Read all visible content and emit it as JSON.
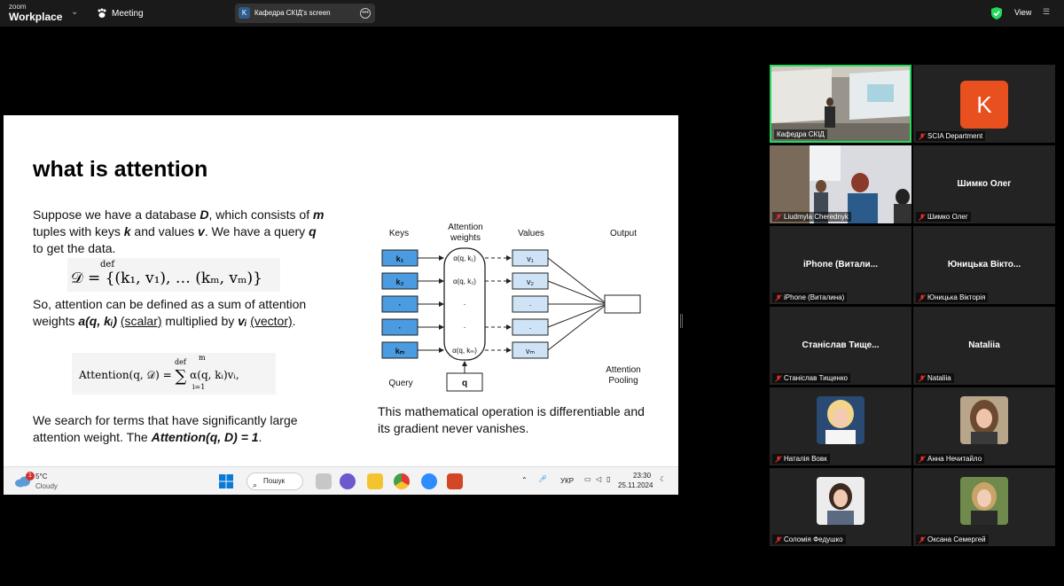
{
  "app": {
    "logo_line1": "zoom",
    "logo_line2": "Workplace",
    "meeting_label": "Meeting",
    "view_label": "View"
  },
  "share": {
    "initial": "K",
    "label": "Кафедра СКІД's screen"
  },
  "slide": {
    "title": "what is attention",
    "para1": {
      "t1": "Suppose we have a database ",
      "b1": "D",
      "t2": ", which consists of ",
      "b2": "m",
      "t3": " tuples with keys ",
      "b3": "k",
      "t4": " and values ",
      "b4": "v",
      "t5": ". We have a query ",
      "b5": "q",
      "t6": " to get the data."
    },
    "formula1": {
      "def": "def",
      "text": "𝒟 = {(k₁, v₁), … (kₘ, vₘ)}"
    },
    "para2": {
      "t1": "So, attention can be defined as a sum of attention weights ",
      "b1": "a(q, kᵢ)",
      "u1": "(scalar)",
      "t2": " multiplied by ",
      "b2": "vᵢ",
      "u2": "(vector)",
      "t3": "."
    },
    "formula2": {
      "lhs": "Attention(q, 𝒟) = ",
      "def": "def",
      "sum_top": "m",
      "sum_bottom": "i=1",
      "rhs": "α(q, kᵢ)vᵢ,"
    },
    "para3": {
      "t1": "We search for terms that have significantly large attention weight. The ",
      "b1": "Attention(q, D) = 1",
      "t2": "."
    },
    "para4": "This mathematical operation is differentiable and its gradient never vanishes.",
    "diagram": {
      "col_keys": "Keys",
      "col_weights_1": "Attention",
      "col_weights_2": "weights",
      "col_values": "Values",
      "col_output": "Output",
      "keys": [
        "k₁",
        "k₂",
        "·",
        "·",
        "kₘ"
      ],
      "weights": [
        "α(q, k₁)",
        "α(q, k₂)",
        "·",
        "·",
        "α(q, kₘ)"
      ],
      "values": [
        "v₁",
        "v₂",
        "·",
        "·",
        "vₘ"
      ],
      "query_label": "Query",
      "query_box": "q",
      "pooling_1": "Attention",
      "pooling_2": "Pooling"
    }
  },
  "taskbar": {
    "weather_badge": "1",
    "temp": "5°C",
    "condition": "Cloudy",
    "search": "Пошук",
    "lang": "УКР",
    "time": "23:30",
    "date": "25.11.2024"
  },
  "participants": [
    {
      "name": "Кафедра СКІД",
      "kind": "video-room",
      "muted": false
    },
    {
      "name": "SCIA Department",
      "kind": "avatar",
      "initial": "K",
      "muted": true
    },
    {
      "name": "Liudmyla Cherednyk",
      "kind": "video-people",
      "muted": true
    },
    {
      "name": "Шимко Олег",
      "display": "Шимко Олег",
      "kind": "name",
      "muted": true
    },
    {
      "name": "iPhone (Виталина)",
      "display": "iPhone  (Витали...",
      "kind": "name",
      "muted": true
    },
    {
      "name": "Юницька Вікторія",
      "display": "Юницька  Вікто...",
      "kind": "name",
      "muted": true
    },
    {
      "name": "Станіслав Тищенко",
      "display": "Станіслав  Тище...",
      "kind": "name",
      "muted": true
    },
    {
      "name": "Nataliia",
      "display": "Nataliia",
      "kind": "name",
      "muted": true
    },
    {
      "name": "Наталія Вовк",
      "kind": "photo",
      "muted": true
    },
    {
      "name": "Анна Нечитайло",
      "kind": "photo",
      "muted": true
    },
    {
      "name": "Соломія Федушко",
      "kind": "photo",
      "muted": true
    },
    {
      "name": "Оксана Семергей",
      "kind": "photo",
      "muted": true
    }
  ],
  "colors": {
    "accent_green": "#23d95a",
    "avatar_orange": "#e8501f",
    "diagram_blue": "#4a9be0",
    "diagram_light_blue": "#cfe3f6"
  }
}
